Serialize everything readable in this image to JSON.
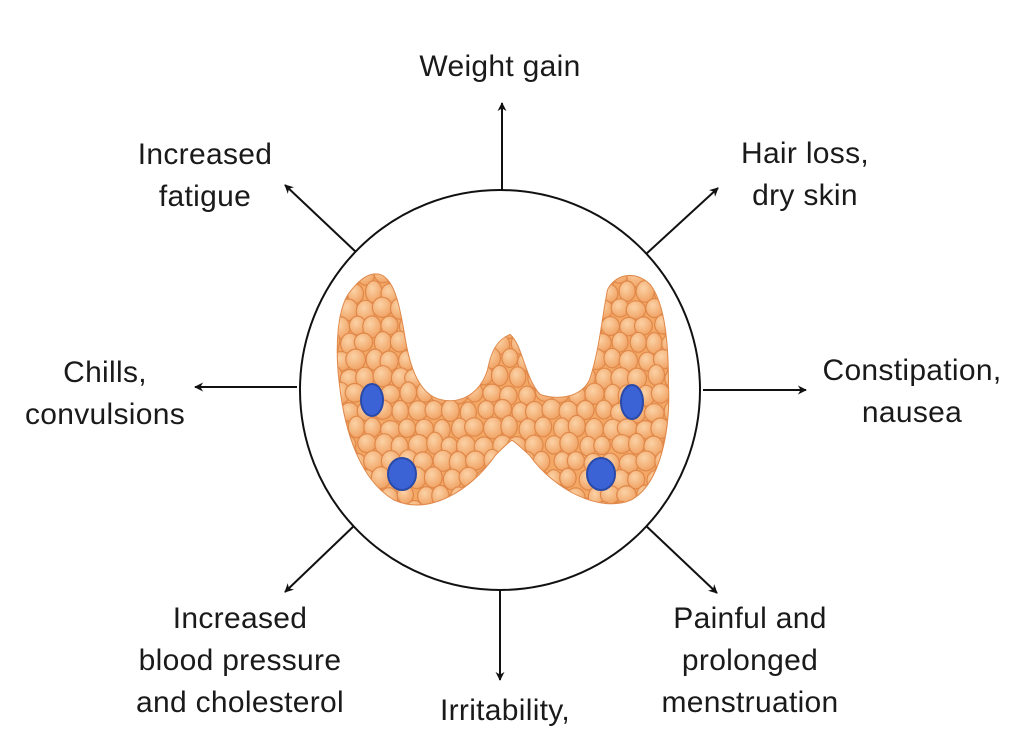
{
  "diagram": {
    "colors": {
      "text": "#1a1a1a",
      "lines": "#111111",
      "gland_fill": "#f3a866",
      "gland_cell_highlight": "#fbd2a6",
      "gland_cell_outline": "#e0884a",
      "nodule": "#3b63d6"
    },
    "center": {
      "icon": "thyroid-gland-icon"
    },
    "symptoms": [
      {
        "id": "top",
        "lines": [
          "Weight gain"
        ]
      },
      {
        "id": "top-right",
        "lines": [
          "Hair loss,",
          "dry skin"
        ]
      },
      {
        "id": "right",
        "lines": [
          "Constipation,",
          "nausea"
        ]
      },
      {
        "id": "bottom-right",
        "lines": [
          "Painful and",
          "prolonged",
          "menstruation"
        ]
      },
      {
        "id": "bottom",
        "lines": [
          "Irritability,"
        ]
      },
      {
        "id": "bottom-left",
        "lines": [
          "Increased",
          "blood pressure",
          "and cholesterol"
        ]
      },
      {
        "id": "left",
        "lines": [
          "Chills,",
          "convulsions"
        ]
      },
      {
        "id": "top-left",
        "lines": [
          "Increased",
          "fatigue"
        ]
      }
    ]
  }
}
